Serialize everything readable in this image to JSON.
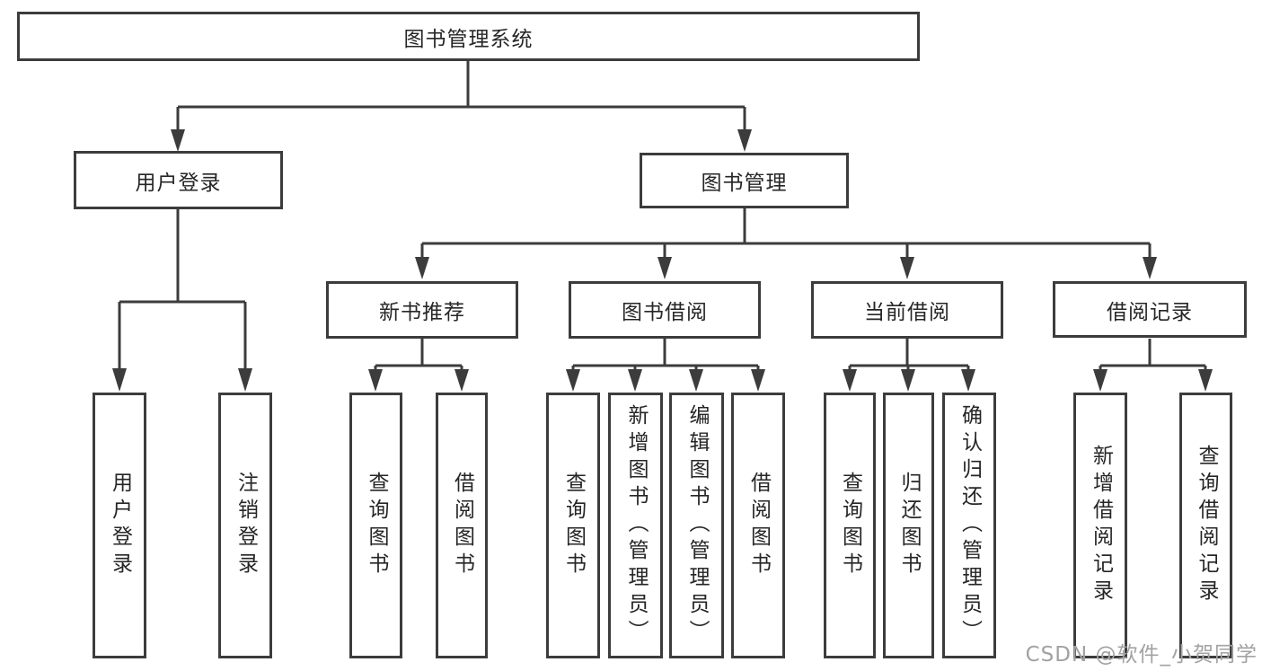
{
  "diagram": {
    "root": {
      "label": "图书管理系统"
    },
    "level2": [
      {
        "label": "用户登录"
      },
      {
        "label": "图书管理"
      }
    ],
    "level3": [
      {
        "label": "新书推荐"
      },
      {
        "label": "图书借阅"
      },
      {
        "label": "当前借阅"
      },
      {
        "label": "借阅记录"
      }
    ],
    "leaves": [
      {
        "label": "用户登录"
      },
      {
        "label": "注销登录"
      },
      {
        "label": "查询图书"
      },
      {
        "label": "借阅图书"
      },
      {
        "label": "查询图书"
      },
      {
        "label": "新增图书（管理员）"
      },
      {
        "label": "编辑图书（管理员）"
      },
      {
        "label": "借阅图书"
      },
      {
        "label": "查询图书"
      },
      {
        "label": "归还图书"
      },
      {
        "label": "确认归还（管理员）"
      },
      {
        "label": "新增借阅记录"
      },
      {
        "label": "查询借阅记录"
      }
    ],
    "watermark": "CSDN @软件_小贺同学",
    "colors": {
      "line": "#3c3c3c",
      "text": "#262626",
      "watermark": "#a2a2a2",
      "background": "#ffffff"
    }
  }
}
